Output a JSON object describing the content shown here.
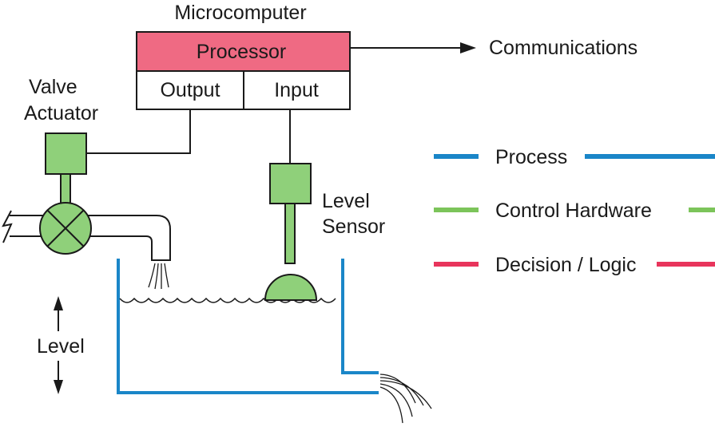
{
  "microcomputer": {
    "title": "Microcomputer",
    "processor_label": "Processor",
    "output_label": "Output",
    "input_label": "Input"
  },
  "communications_label": "Communications",
  "valve_actuator": {
    "line1": "Valve",
    "line2": "Actuator"
  },
  "level_sensor": {
    "line1": "Level",
    "line2": "Sensor"
  },
  "level_label": "Level",
  "legend": [
    {
      "label": "Process",
      "color": "#1a86c8"
    },
    {
      "label": "Control Hardware",
      "color": "#7cc45a"
    },
    {
      "label": "Decision / Logic",
      "color": "#e8355c"
    }
  ],
  "colors": {
    "process": "#1a86c8",
    "hardware_fill": "#8fd07a",
    "hardware_stroke": "#1a1a1a",
    "processor_fill": "#ef6a83",
    "line": "#1a1a1a"
  }
}
